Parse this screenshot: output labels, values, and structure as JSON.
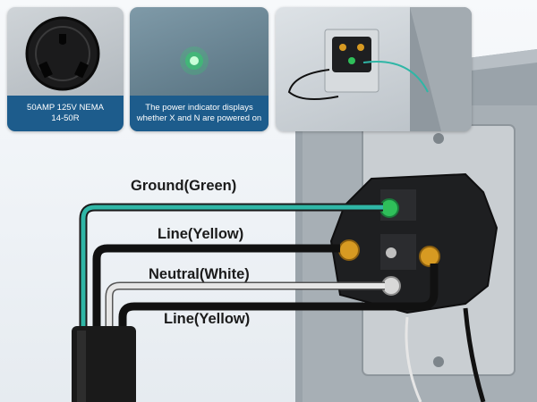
{
  "cards": [
    {
      "caption_line1": "50AMP 125V NEMA",
      "caption_line2": "14-50R"
    },
    {
      "caption": "The power indicator displays whether X and N are powered on"
    },
    {
      "caption": ""
    }
  ],
  "wires": {
    "ground": "Ground(Green)",
    "line1": "Line(Yellow)",
    "neutral": "Neutral(White)",
    "line2": "Line(Yellow)"
  },
  "colors": {
    "caption_bg": "#1d5c8c",
    "ground_wire": "#2fb6a6",
    "line_wire": "#222222",
    "neutral_wire": "#d9d9d9",
    "indicator": "#2fd06b"
  }
}
